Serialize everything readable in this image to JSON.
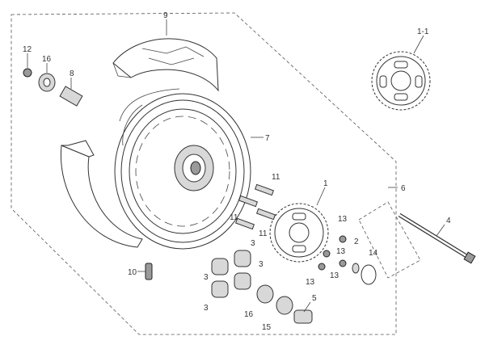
{
  "labels": {
    "tire": "9",
    "wheel": "7",
    "nut": "12",
    "bearing_left": "16",
    "collar_left": "8",
    "sprocket_detail": "1-1",
    "assembly": "6",
    "sprocket": "1",
    "axle": "4",
    "bolt_a": "11",
    "bolt_b": "11",
    "bolt_c": "11",
    "nut_a": "13",
    "nut_b": "13",
    "nut_c": "13",
    "nut_d": "13",
    "washer": "2",
    "clip": "14",
    "valve": "10",
    "damper_a": "3",
    "damper_b": "3",
    "damper_c": "3",
    "damper_d": "3",
    "bearing_right": "16",
    "seal": "15",
    "collar_right": "5"
  },
  "colors": {
    "line": "#333333",
    "fill": "#d8d8d8",
    "dark": "#9a9a9a"
  }
}
